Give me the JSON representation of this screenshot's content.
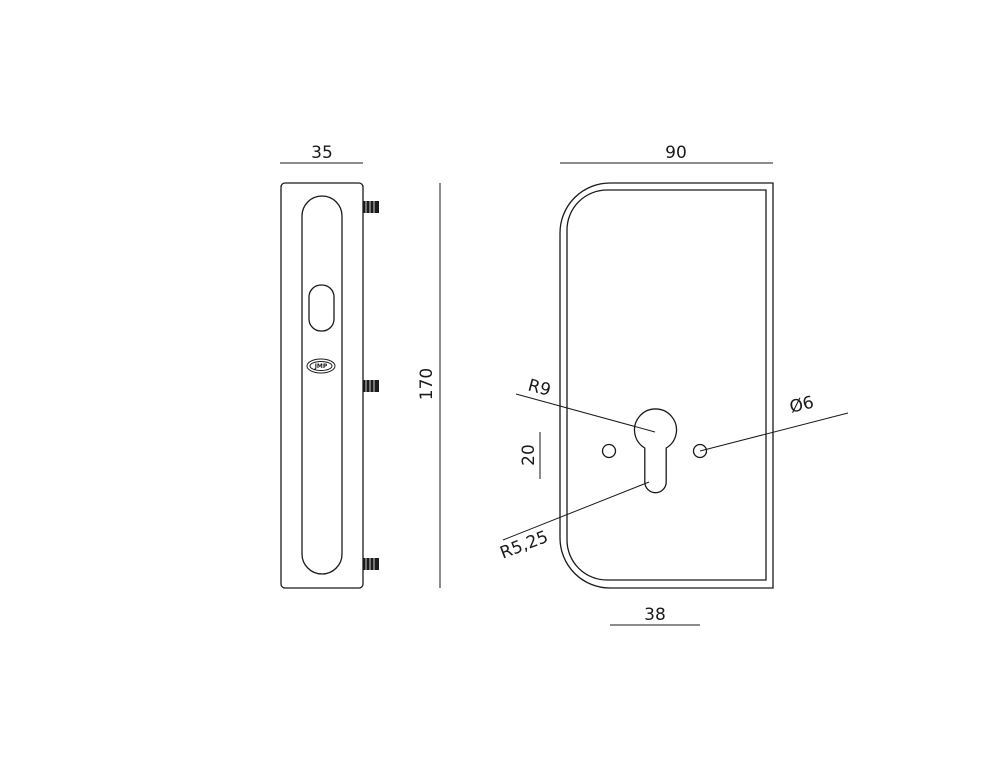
{
  "dimensions": {
    "side_width": "35",
    "front_width": "90",
    "height": "170",
    "keyhole_offset": "20",
    "bottom_width": "38",
    "radius_top": "R9",
    "radius_bottom": "R5,25",
    "hole_diameter": "Ø6"
  },
  "logo": {
    "text": "JMP"
  }
}
